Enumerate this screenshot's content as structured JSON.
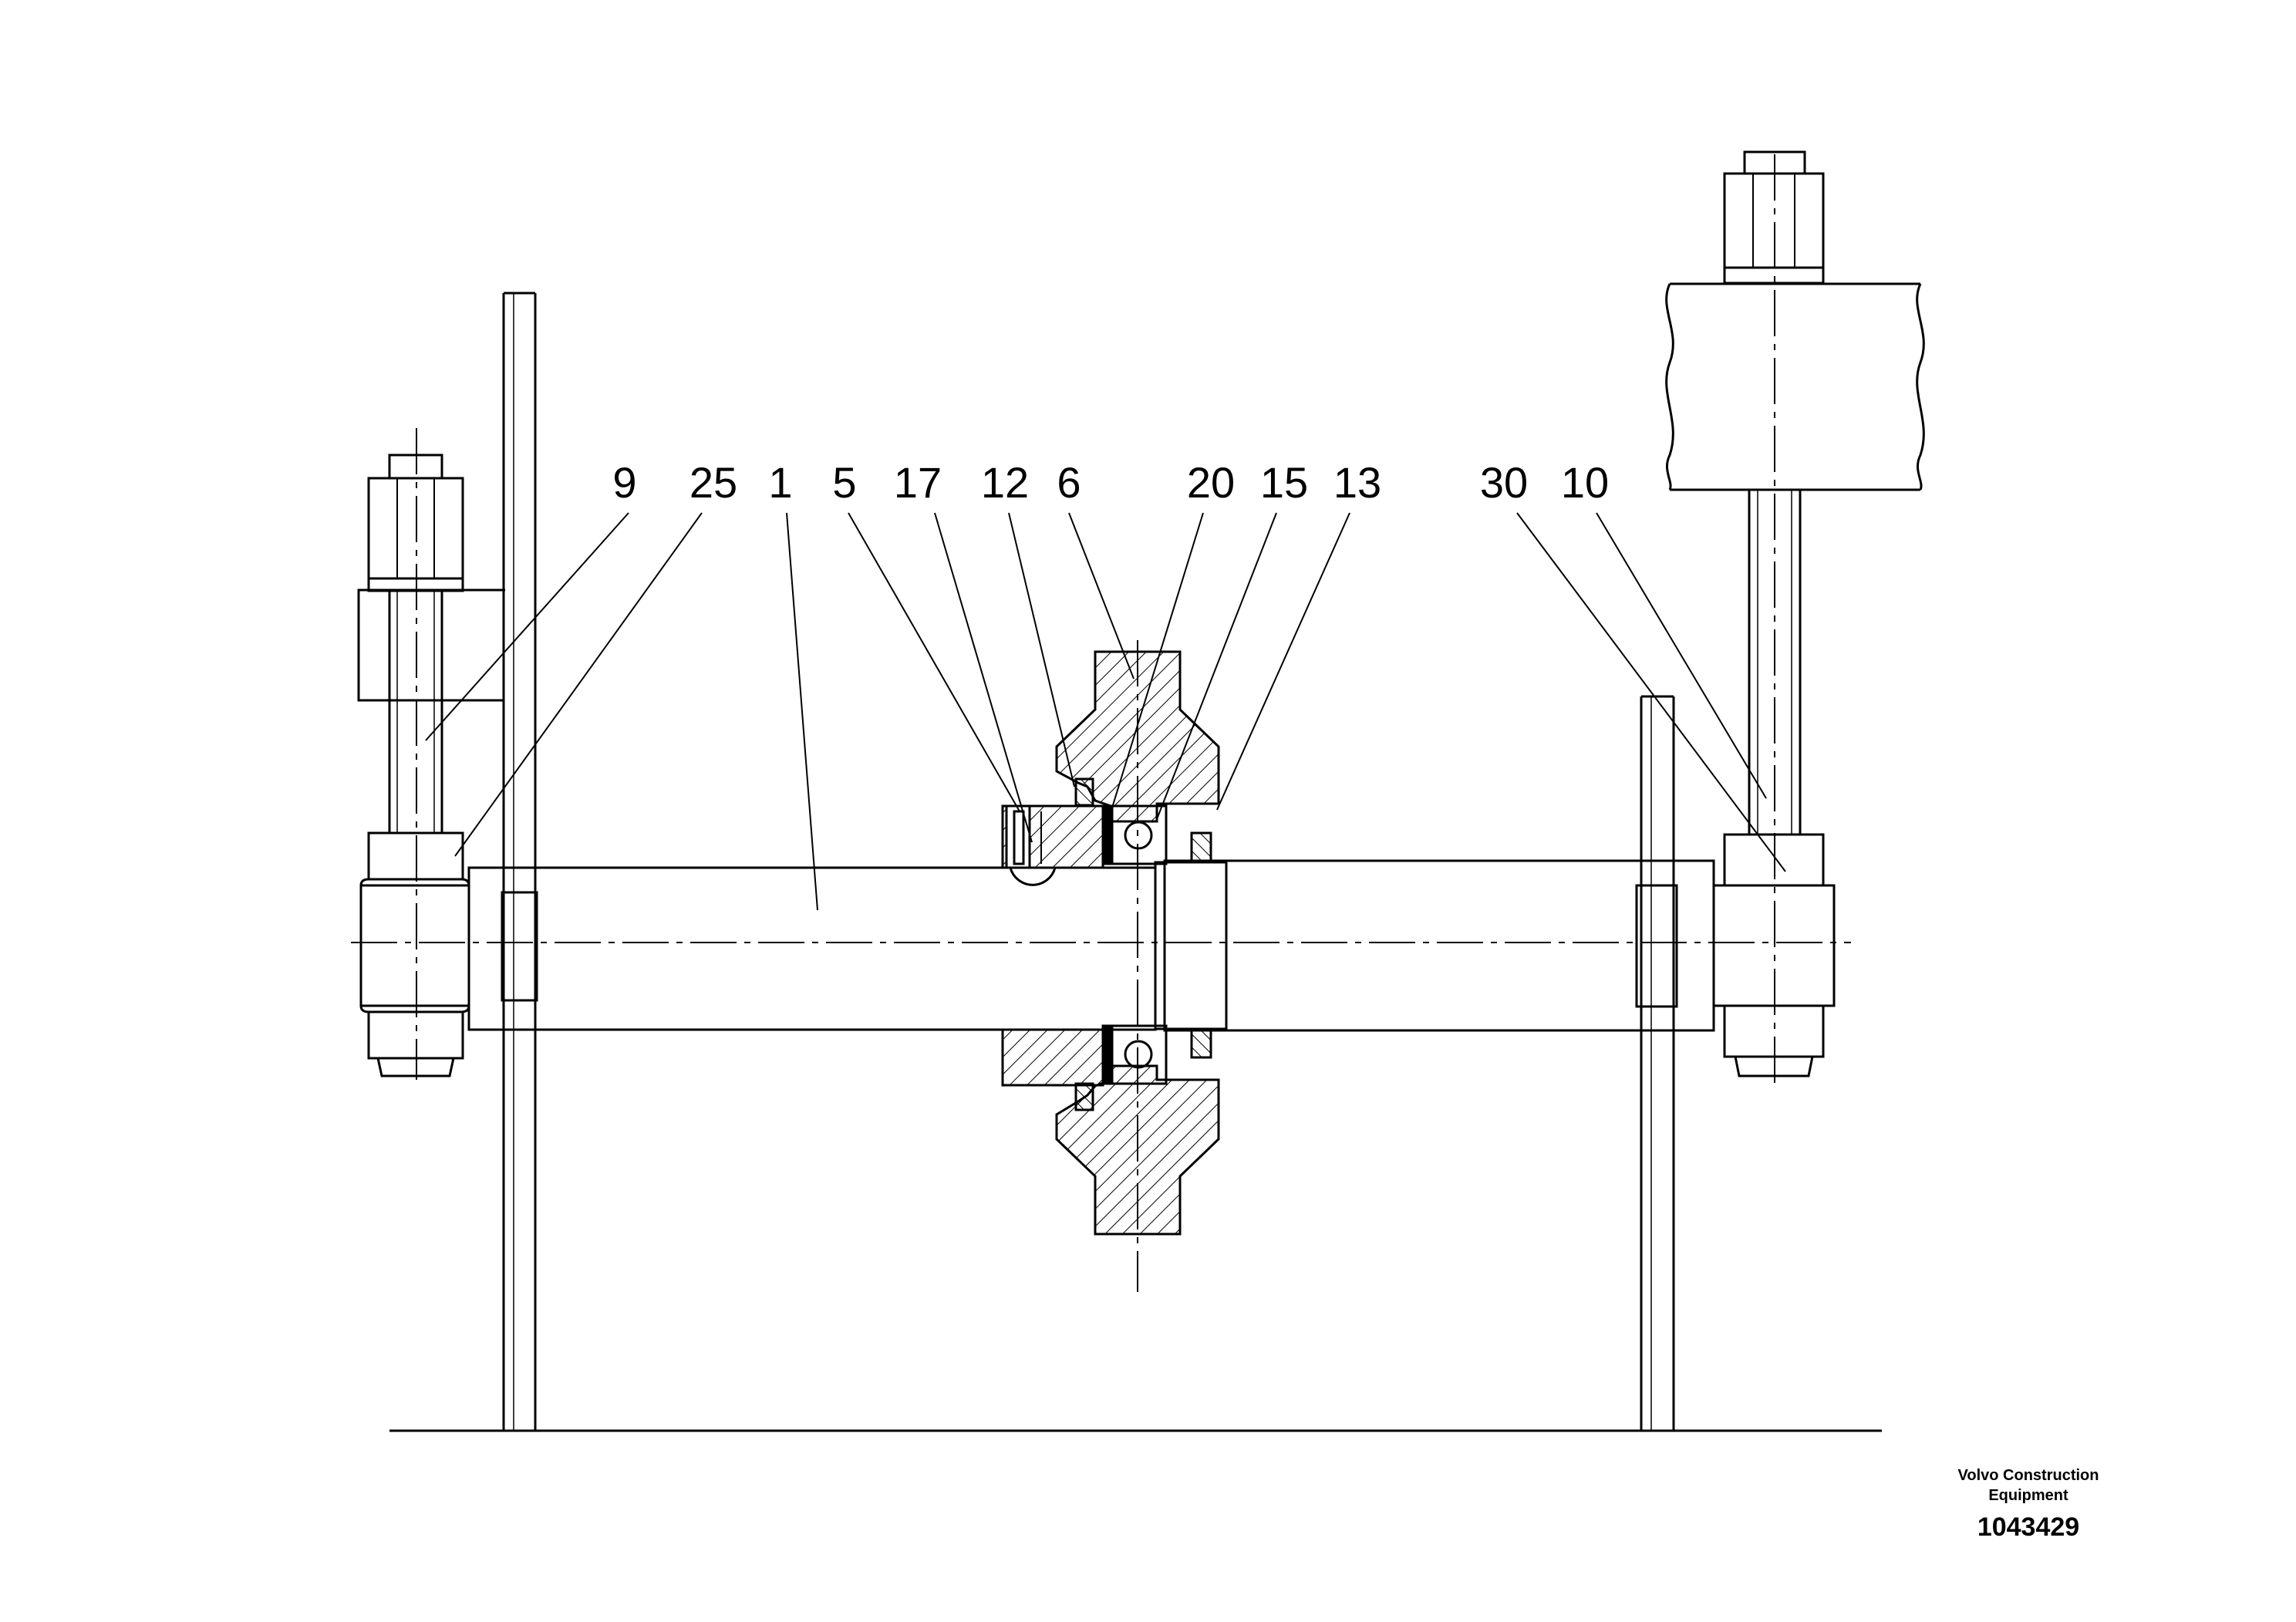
{
  "drawing": {
    "part_labels": [
      "9",
      "25",
      "1",
      "5",
      "17",
      "12",
      "6",
      "20",
      "15",
      "13",
      "30",
      "10"
    ]
  },
  "footer": {
    "brand_line1": "Volvo Construction",
    "brand_line2": "Equipment",
    "document_number": "1043429"
  },
  "colors": {
    "line": "#000000",
    "background": "#ffffff"
  }
}
